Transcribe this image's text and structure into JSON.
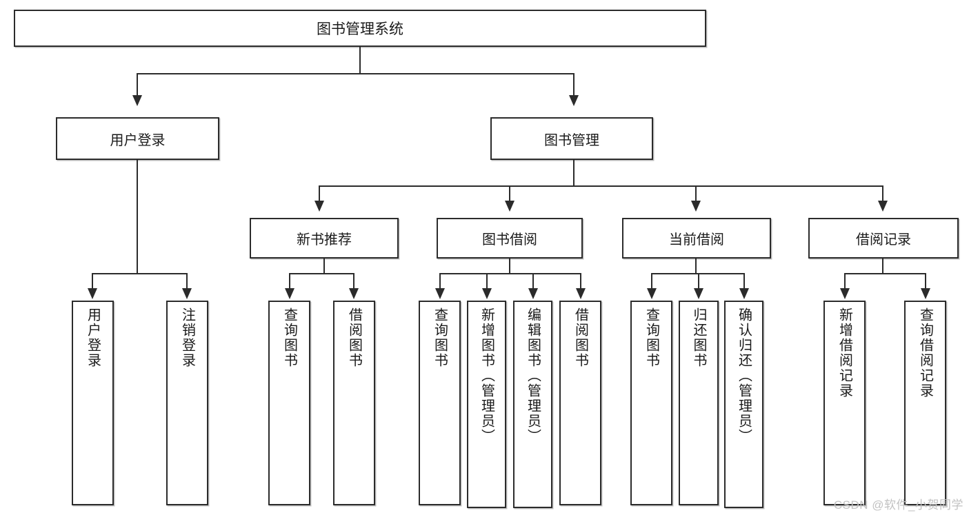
{
  "diagram": {
    "type": "tree-hierarchy",
    "title": "图书管理系统",
    "root": {
      "label": "图书管理系统"
    },
    "level2": [
      {
        "label": "用户登录"
      },
      {
        "label": "图书管理"
      }
    ],
    "level3": [
      {
        "label": "新书推荐"
      },
      {
        "label": "图书借阅"
      },
      {
        "label": "当前借阅"
      },
      {
        "label": "借阅记录"
      }
    ],
    "leaves": {
      "user_login": [
        {
          "label": "用户登录"
        },
        {
          "label": "注销登录"
        }
      ],
      "new_book_recommend": [
        {
          "label": "查询图书"
        },
        {
          "label": "借阅图书"
        }
      ],
      "book_borrow": [
        {
          "label": "查询图书"
        },
        {
          "label": "新增图书（管理员）"
        },
        {
          "label": "编辑图书（管理员）"
        },
        {
          "label": "借阅图书"
        }
      ],
      "current_borrow": [
        {
          "label": "查询图书"
        },
        {
          "label": "归还图书"
        },
        {
          "label": "确认归还（管理员）"
        }
      ],
      "borrow_record": [
        {
          "label": "新增借阅记录"
        },
        {
          "label": "查询借阅记录"
        }
      ]
    }
  },
  "watermark": {
    "text": "CSDN @软件_小贺同学"
  },
  "colors": {
    "line": "#2b2b2b",
    "box_fill": "#ffffff",
    "text": "#1a1a1a",
    "watermark": "#c2c2c2"
  }
}
